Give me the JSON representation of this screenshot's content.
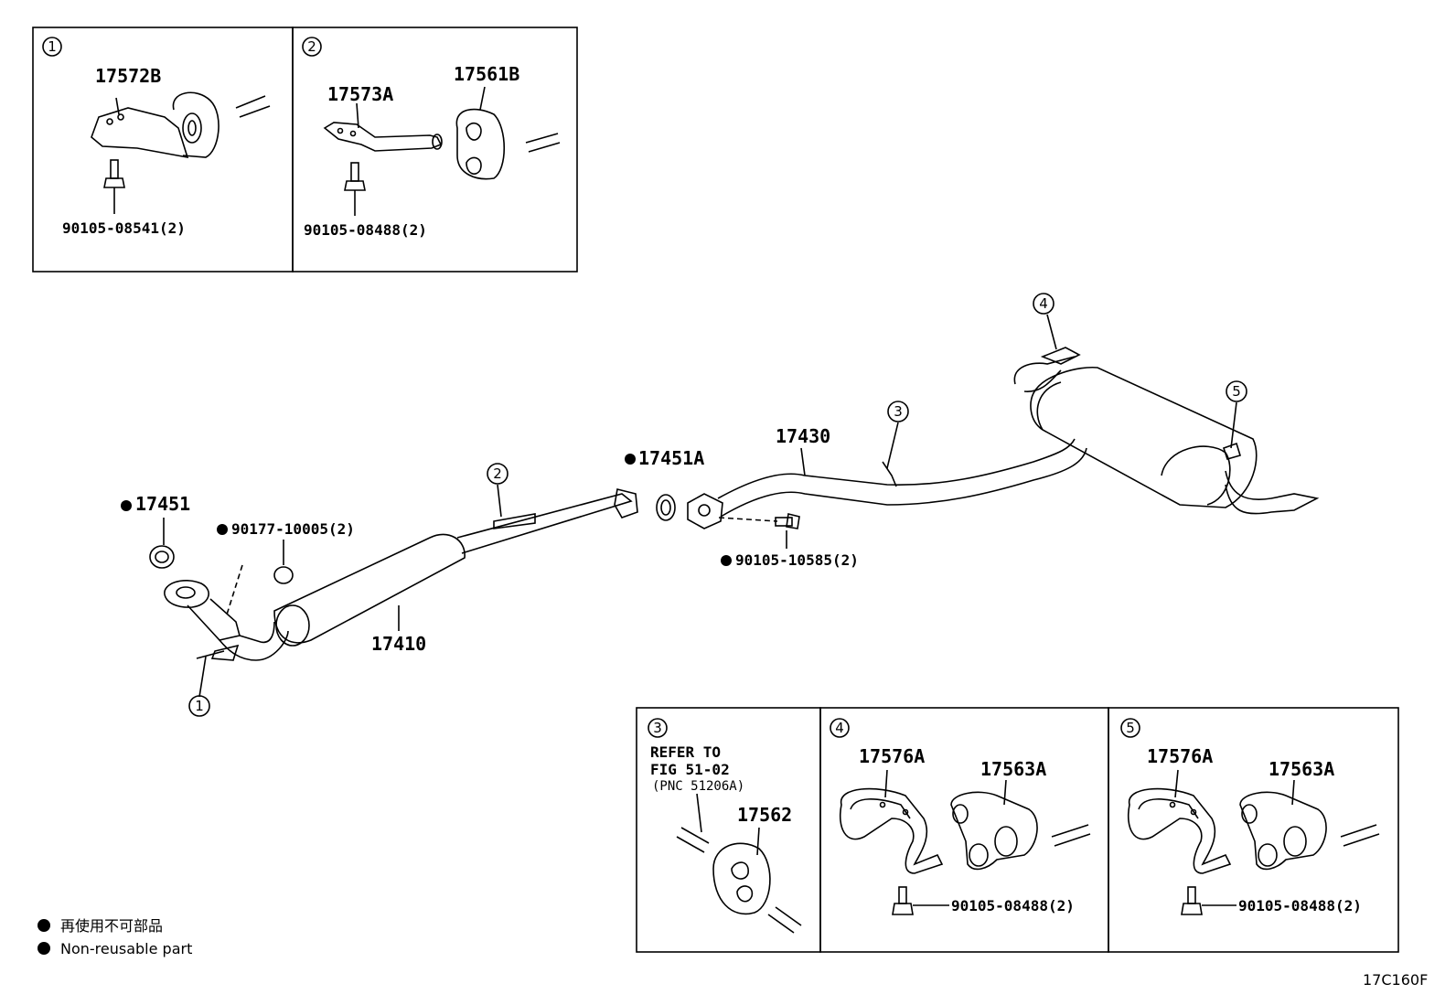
{
  "inset_1": {
    "marker": "1",
    "part_bracket": "17572B",
    "bolt": "90105-08541(2)"
  },
  "inset_2": {
    "marker": "2",
    "part_bracket": "17573A",
    "part_cushion": "17561B",
    "bolt": "90105-08488(2)"
  },
  "inset_3": {
    "marker": "3",
    "refer_line1": "REFER TO",
    "refer_line2": "FIG 51-02",
    "refer_line3": "(PNC 51206A)",
    "part_cushion": "17562"
  },
  "inset_4": {
    "marker": "4",
    "part_bracket": "17576A",
    "part_cushion": "17563A",
    "bolt": "90105-08488(2)"
  },
  "inset_5": {
    "marker": "5",
    "part_bracket": "17576A",
    "part_cushion": "17563A",
    "bolt": "90105-08488(2)"
  },
  "main": {
    "gasket_front": "17451",
    "nut": "90177-10005(2)",
    "front_pipe": "17410",
    "gasket_center": "17451A",
    "bolt_center": "90105-10585(2)",
    "tail_pipe": "17430",
    "callout_1": "1",
    "callout_2": "2",
    "callout_3": "3",
    "callout_4": "4",
    "callout_5": "5"
  },
  "legend": {
    "item_jp": "再使用不可部品",
    "item_en": "Non-reusable part"
  },
  "figure_code": "17C160F"
}
